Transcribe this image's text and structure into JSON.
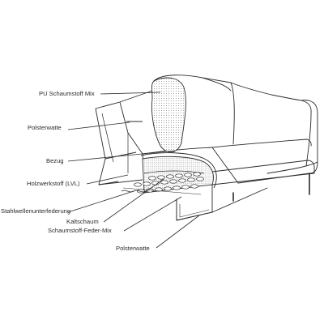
{
  "labels": {
    "pu_foam_mix": "PU Schaumstoff Mix",
    "upholstery_wadding_top": "Polsterwatte",
    "cover": "Bezug",
    "lvl_wood": "Holzwerkstoff (LVL)",
    "wave_springs": "Stahlwellenunterfederung",
    "cold_foam": "Kaltschaum",
    "foam_spring_mix": "Schaumstoff-Feder-Mix",
    "upholstery_wadding_bottom": "Polsterwatte"
  },
  "colors": {
    "ink": "#2b2b2b",
    "stipple": "#8a8a8a",
    "background": "#ffffff"
  }
}
